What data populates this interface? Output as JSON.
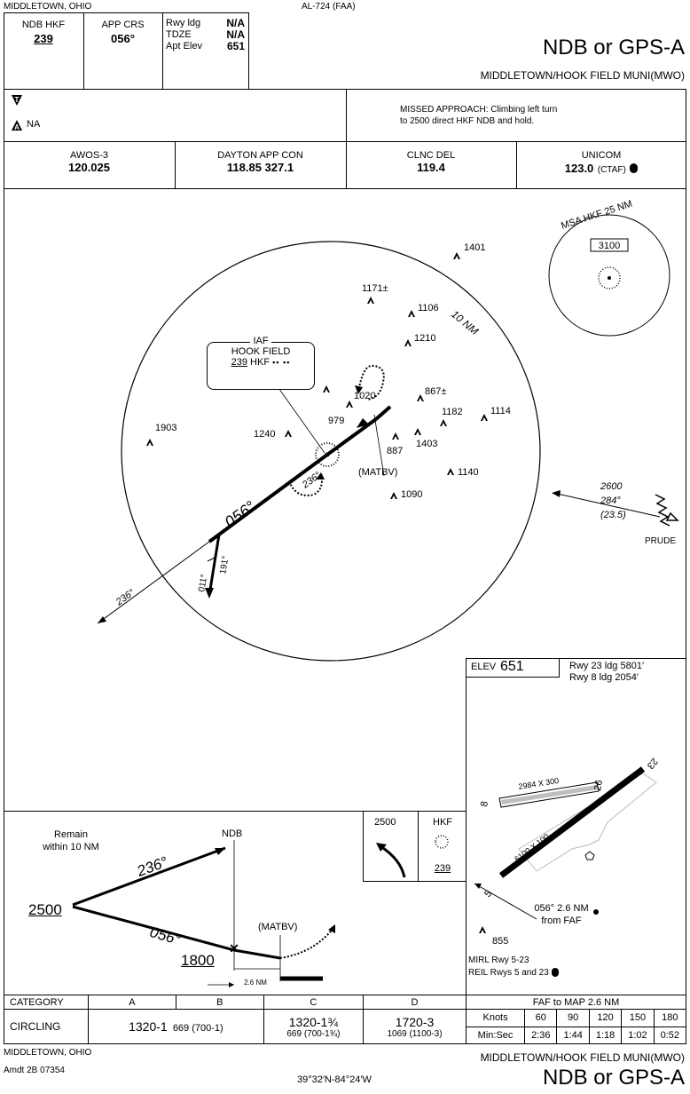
{
  "header": {
    "city_state": "MIDDLETOWN, OHIO",
    "chart_id": "AL-724 (FAA)",
    "nav_label": "NDB  HKF",
    "nav_freq": "239",
    "app_crs_label": "APP CRS",
    "app_crs": "056°",
    "rwy_ldg_label": "Rwy ldg",
    "rwy_ldg": "N/A",
    "tdze_label": "TDZE",
    "tdze": "N/A",
    "apt_elev_label": "Apt Elev",
    "apt_elev": "651",
    "proc_title": "NDB or GPS-A",
    "airport": "MIDDLETOWN/HOOK FIELD MUNI(MWO)"
  },
  "notes": {
    "alt_min_na": "NA",
    "missed_approach": "MISSED APPROACH:  Climbing left turn",
    "missed_approach2": "to 2500 direct HKF NDB and hold."
  },
  "comms": [
    {
      "name": "AWOS-3",
      "freq": "120.025"
    },
    {
      "name": "DAYTON APP CON",
      "freq": "118.85  327.1"
    },
    {
      "name": "CLNC DEL",
      "freq": "119.4"
    },
    {
      "name": "UNICOM",
      "freq": "123.0",
      "suffix": "(CTAF)"
    }
  ],
  "plan": {
    "msa": "MSA HKF 25 NM",
    "msa_alt": "3100",
    "ring": "10 NM",
    "iaf": "IAF",
    "fix_name": "HOOK FIELD",
    "fix_freq": "239",
    "fix_id": "HKF",
    "inbound": "056°",
    "outbound": "236°",
    "outbound2": "236°",
    "pt_out": "011°",
    "pt_in": "191°",
    "matbv": "(MATBV)",
    "prude_alt": "2600",
    "prude_crs": "284°",
    "prude_dist": "(23.5)",
    "prude": "PRUDE",
    "obstacles": [
      "1401",
      "1171±",
      "1106",
      "1210",
      "1020",
      "867±",
      "1182",
      "1114",
      "1903",
      "1240",
      "979",
      "887",
      "1403",
      "1140",
      "1090"
    ]
  },
  "airport_sketch": {
    "elev_label": "ELEV",
    "elev": "651",
    "rwy1": "Rwy 23 ldg 5801′",
    "rwy2": "Rwy 8 ldg 2054′",
    "rwy8_dims": "2984 X 300",
    "rwy5_dims": "6100 X 100",
    "rwy8": "8",
    "rwy26": "26",
    "rwy5": "5",
    "rwy23": "23",
    "fix_note1": "056° 2.6 NM",
    "fix_note2": "from FAF",
    "obst": "855",
    "lights1": "MIRL Rwy 5-23",
    "lights2": "REIL Rwys 5 and 23"
  },
  "profile": {
    "remain1": "Remain",
    "remain2": "within 10 NM",
    "ndb": "NDB",
    "crs_out": "236°",
    "crs_in": "056°",
    "pt_alt": "2500",
    "faf_alt": "1800",
    "matbv": "(MATBV)",
    "dist": "2.6 NM",
    "hold_alt": "2500",
    "hold_fix": "HKF",
    "hold_freq": "239"
  },
  "minimums": {
    "category_label": "CATEGORY",
    "cats": [
      "A",
      "B",
      "C",
      "D"
    ],
    "circling_label": "CIRCLING",
    "ab": "1320-1",
    "ab_haa": "669 (700-1)",
    "c": "1320-1¾",
    "c_haa": "669 (700-1¾)",
    "d": "1720-3",
    "d_haa": "1069 (1100-3)"
  },
  "timing": {
    "title": "FAF to MAP  2.6 NM",
    "knots_label": "Knots",
    "knots": [
      "60",
      "90",
      "120",
      "150",
      "180"
    ],
    "minsec_label": "Min:Sec",
    "times": [
      "2:36",
      "1:44",
      "1:18",
      "1:02",
      "0:52"
    ]
  },
  "footer": {
    "city_state": "MIDDLETOWN, OHIO",
    "amdt": "Amdt 2B  07354",
    "coords": "39°32′N-84°24′W",
    "airport": "MIDDLETOWN/HOOK FIELD MUNI(MWO)",
    "proc_title": "NDB or GPS-A"
  }
}
